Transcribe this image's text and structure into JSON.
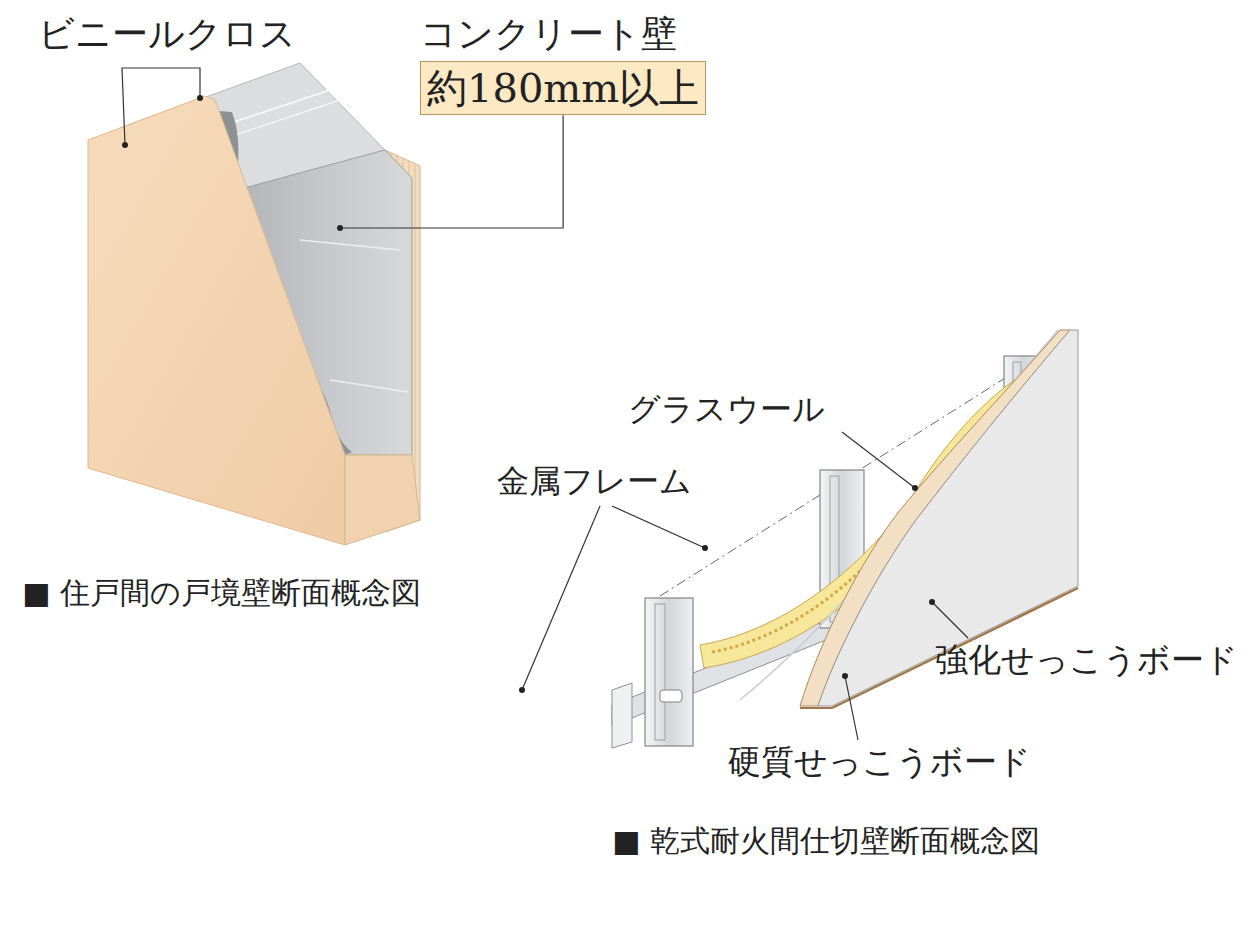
{
  "diagram": {
    "nodes": [
      {
        "text": [
          "コンクリート壁",
          "約180mm以上"
        ]
      }
    ],
    "labels": [
      "ビニールクロス",
      "グラスウール",
      "金属フレーム",
      "強化せっこうボード",
      "硬質せっこうボード",
      "■ 住戸間の戸境壁断面概念図",
      "■ 乾式耐火間仕切壁断面概念図"
    ]
  }
}
